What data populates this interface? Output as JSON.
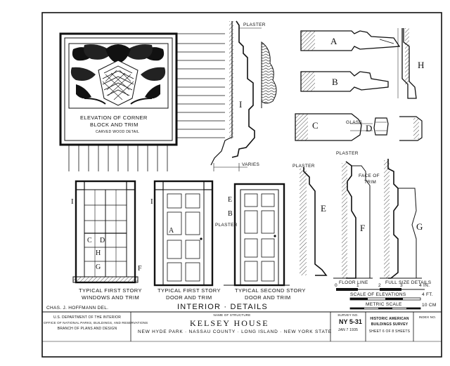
{
  "sheet_title": "INTERIOR · DETAILS",
  "corner_block": {
    "title_line1": "ELEVATION OF CORNER",
    "title_line2": "BLOCK AND TRIM",
    "subtitle": "CARVED WOOD DETAIL"
  },
  "labels": {
    "plaster_1": "PLASTER",
    "plaster_2": "PLASTER",
    "plaster_3": "PLASTER",
    "plaster_4": "PLASTER",
    "varies": "VARIES",
    "glass": "GLASS",
    "face_of_trim_1": "FACE OF",
    "face_of_trim_2": "TRIM",
    "floor_line": "FLOOR LINE",
    "full_size_details": "FULL SIZE DETAILS"
  },
  "section_letters": [
    "A",
    "B",
    "C",
    "D",
    "E",
    "F",
    "G",
    "H",
    "I"
  ],
  "captions": {
    "windows_1": "TYPICAL FIRST STORY",
    "windows_2": "WINDOWS AND TRIM",
    "door1_1": "TYPICAL FIRST STORY",
    "door1_2": "DOOR AND TRIM",
    "door2_1": "TYPICAL SECOND STORY",
    "door2_2": "DOOR AND TRIM"
  },
  "scales": {
    "full_size_ticks": [
      "0",
      "1",
      "2",
      "3",
      "4 IN."
    ],
    "elevations_label": "SCALE OF ELEVATIONS",
    "elevations_end": "4 FT.",
    "metric_label": "METRIC SCALE",
    "metric_end": "10 CM"
  },
  "delineator": "CHAS. J. HOFFMANN DEL.",
  "title_block": {
    "agency_1": "U.S. DEPARTMENT OF THE INTERIOR",
    "agency_2": "OFFICE OF NATIONAL PARKS, BUILDINGS, AND RESERVATIONS",
    "agency_3": "BRANCH OF PLANS AND DESIGN",
    "name_caption": "NAME OF STRUCTURE",
    "structure_name": "KELSEY HOUSE",
    "location": "NEW HYDE PARK · NASSAU COUNTY · LONG ISLAND · NEW YORK STATE",
    "survey_no_label": "SURVEY NO.",
    "survey_no": "NY 5-31",
    "date": "JAN 7 1935",
    "habs_1": "HISTORIC AMERICAN",
    "habs_2": "BUILDINGS SURVEY",
    "sheet_of": "SHEET 6 OF 8 SHEETS",
    "index_label": "INDEX NO."
  }
}
